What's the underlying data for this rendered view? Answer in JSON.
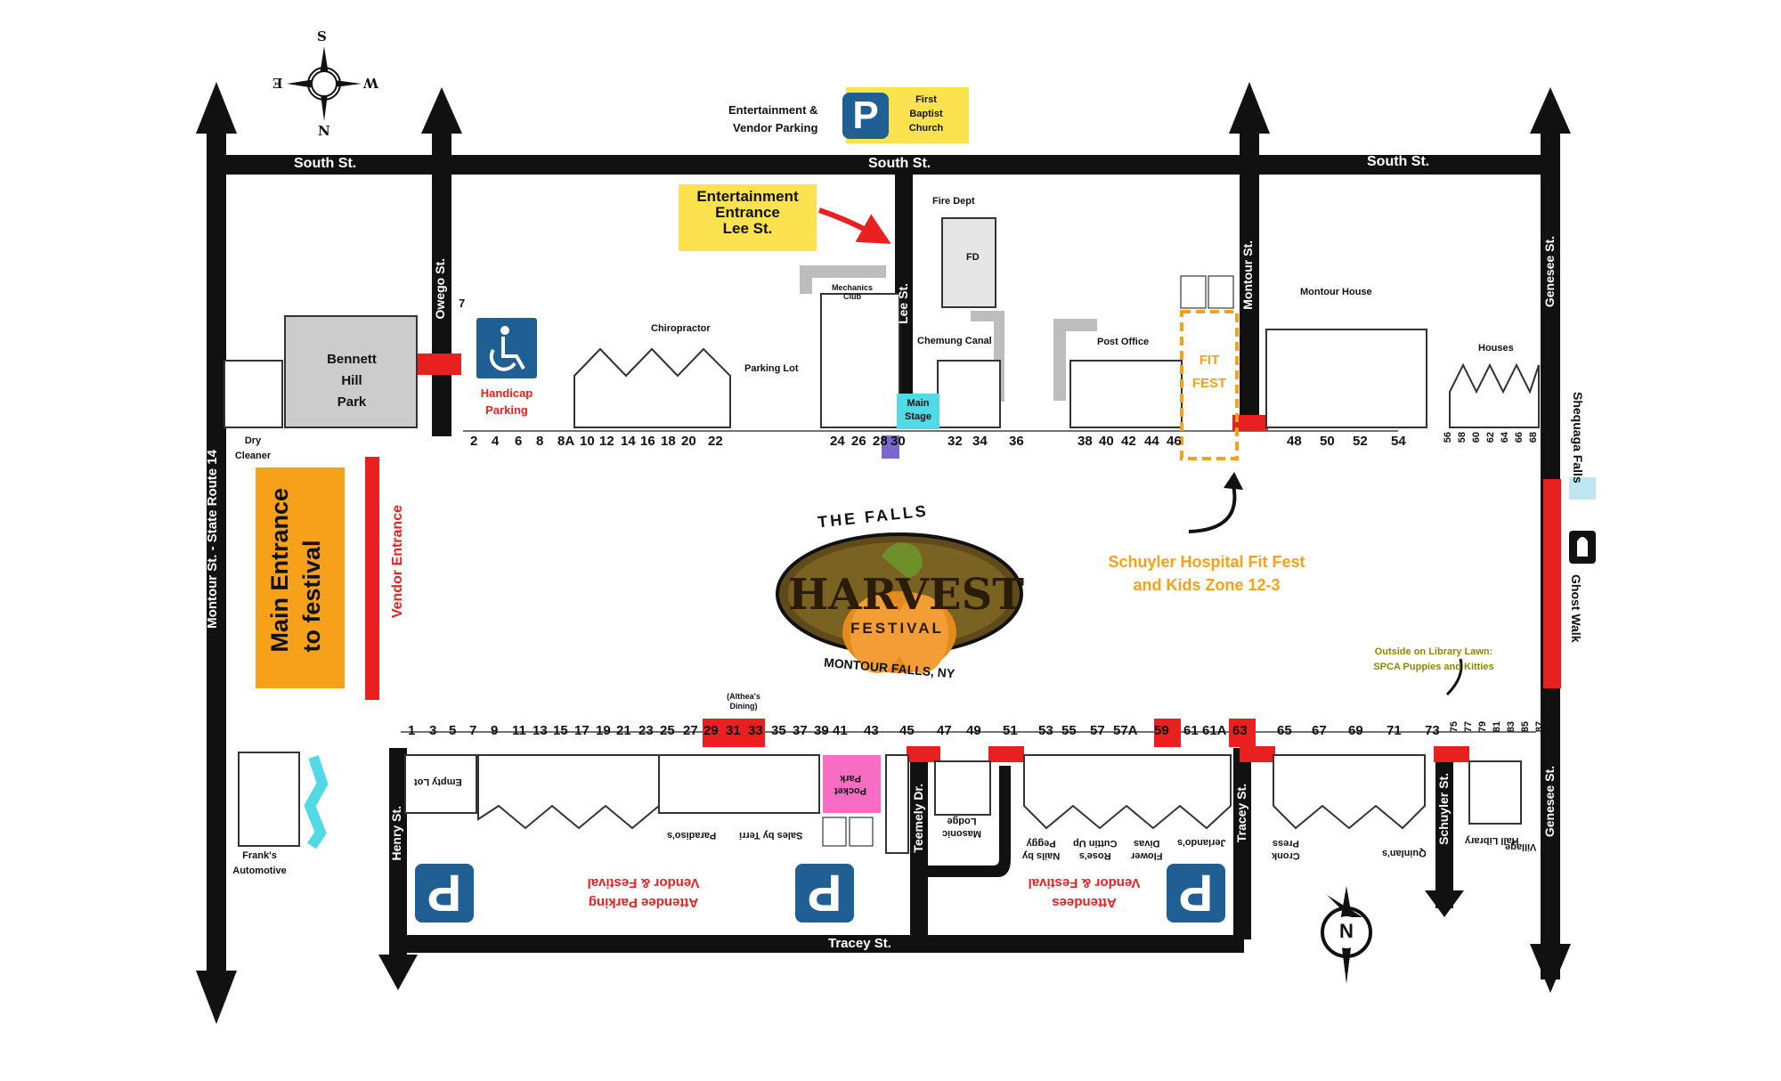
{
  "map_title": {
    "line1": "THE FALLS",
    "line2": "HARVEST",
    "line3": "FESTIVAL",
    "line4": "MONTOUR FALLS, NY"
  },
  "compass_top": {
    "n": "N",
    "s": "S",
    "e": "E",
    "w": "W"
  },
  "compass_bottom": {
    "n": "N"
  },
  "streets": {
    "south_left": "South St.",
    "south_mid": "South St.",
    "south_right": "South St.",
    "montour": "Montour St. - State Route 14",
    "owego": "Owego St.",
    "lee": "Lee St.",
    "montour_upper": "Montour St.",
    "genesee_upper": "Genesee St.",
    "genesee_lower": "Genesee St.",
    "henry": "Henry St.",
    "teemely": "Teemely Dr.",
    "tracey_vert": "Tracey St.",
    "schuyler": "Schuyler St.",
    "tracey_bottom": "Tracey St."
  },
  "parking_top": {
    "label": "Entertainment & Vendor Parking",
    "line1": "Entertainment &",
    "line2": "Vendor Parking",
    "church1": "First",
    "church2": "Baptist",
    "church3": "Church",
    "p": "P"
  },
  "entertainment_entrance": {
    "l1": "Entertainment",
    "l2": "Entrance",
    "l3": "Lee St."
  },
  "buildings": {
    "fire_dept": "Fire Dept",
    "fd": "FD",
    "mechanics1": "Mechanics",
    "mechanics2": "Club",
    "chiropractor": "Chiropractor",
    "parking_lot": "Parking Lot",
    "chemung": "Chemung Canal",
    "post_office": "Post Office",
    "montour_house": "Montour House",
    "houses": "Houses",
    "bennett1": "Bennett",
    "bennett2": "Hill",
    "bennett3": "Park",
    "dry1": "Dry",
    "dry2": "Cleaner",
    "franks1": "Frank's",
    "franks2": "Automotive",
    "empty_lot": "Empty Lot",
    "pocket1": "Pocket",
    "pocket2": "Park",
    "masonic1": "Masonic",
    "masonic2": "Lodge",
    "paradisos": "Paradiso's",
    "sales": "Sales by Terri",
    "nails": "Nails by",
    "peggy": "Peggy",
    "roses1": "Rose's",
    "roses2": "Cuttin Up",
    "flower": "Flower",
    "divas": "Divas",
    "jerlando": "Jerlando's",
    "cronk1": "Cronk",
    "cronk2": "Press",
    "quinlans": "Quinlan's",
    "hall1": "Hall Library",
    "village": "Village"
  },
  "handicap": {
    "l1": "Handicap",
    "l2": "Parking"
  },
  "main_stage": {
    "l1": "Main",
    "l2": "Stage"
  },
  "fit_fest": {
    "l1": "FIT",
    "l2": "FEST",
    "caption1": "Schuyler Hospital Fit Fest",
    "caption2": "and Kids Zone 12-3"
  },
  "entrances": {
    "main1": "Main Entrance",
    "main2": "to festival",
    "vendor": "Vendor Entrance"
  },
  "attendee_parking": {
    "a1": "Vendor & Festival",
    "a2": "Attendee Parking",
    "b1": "Vendor & Festival",
    "b2": "Attendees"
  },
  "shequaga": "Shequaga Falls",
  "ghost": "Ghost Walk",
  "library_note": {
    "l1": "Outside on Library Lawn:",
    "l2": "SPCA Puppies and Kitties"
  },
  "althea": {
    "l1": "(Althea's",
    "l2": "Dining)"
  },
  "seven": "7",
  "top_numbers": [
    "2",
    "4",
    "6",
    "8",
    "8A",
    "10",
    "12",
    "14",
    "16",
    "18",
    "20",
    "22",
    "24",
    "26",
    "28",
    "30",
    "32",
    "34",
    "36",
    "38",
    "40",
    "42",
    "44",
    "46",
    "48",
    "50",
    "52",
    "54",
    "56",
    "58",
    "60",
    "62",
    "64",
    "66",
    "68"
  ],
  "bottom_numbers": [
    "1",
    "3",
    "5",
    "7",
    "9",
    "11",
    "13",
    "15",
    "17",
    "19",
    "21",
    "23",
    "25",
    "27",
    "29",
    "31",
    "33",
    "35",
    "37",
    "39",
    "41",
    "43",
    "45",
    "47",
    "49",
    "51",
    "53",
    "55",
    "57",
    "57A",
    "59",
    "61",
    "61A",
    "63",
    "65",
    "67",
    "69",
    "71",
    "73",
    "75",
    "77",
    "79",
    "81",
    "83",
    "85",
    "87"
  ],
  "colors": {
    "road": "#111111",
    "red": "#e8201f",
    "orange": "#f7a11a",
    "yellow": "#fbe24e",
    "blue": "#1f5f93",
    "pink": "#f76dc4",
    "cyan": "#52d9e6",
    "gray": "#b8b8b8",
    "purple": "#7b68c9"
  }
}
